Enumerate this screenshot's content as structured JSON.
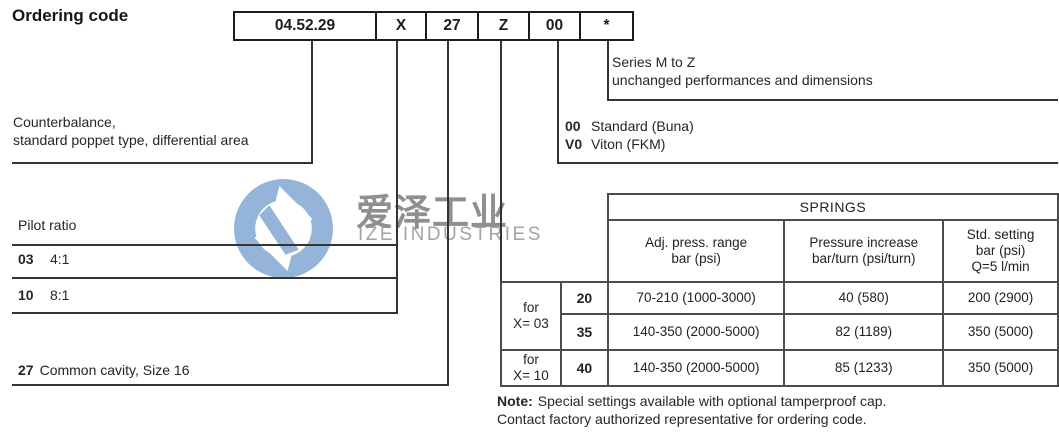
{
  "title": "Ordering code",
  "code_boxes": [
    "04.52.29",
    "X",
    "27",
    "Z",
    "00",
    "*"
  ],
  "series": {
    "line1": "Series M to Z",
    "line2": "unchanged performances and dimensions"
  },
  "seals": [
    {
      "code": "00",
      "label": "Standard (Buna)"
    },
    {
      "code": "V0",
      "label": "Viton (FKM)"
    }
  ],
  "counterbalance": {
    "line1": "Counterbalance,",
    "line2": "standard poppet type, differential area"
  },
  "pilot": {
    "title": "Pilot ratio",
    "options": [
      {
        "code": "03",
        "value": "4:1"
      },
      {
        "code": "10",
        "value": "8:1"
      }
    ]
  },
  "cavity": {
    "code": "27",
    "label": "Common cavity, Size 16"
  },
  "springs": {
    "title": "SPRINGS",
    "col1": [
      "Adj. press. range",
      "bar (psi)"
    ],
    "col2": [
      "Pressure increase",
      "bar/turn (psi/turn)"
    ],
    "col3": [
      "Std. setting",
      "bar (psi)",
      "Q=5 l/min"
    ],
    "groups": [
      {
        "line1": "for",
        "line2": "X= 03"
      },
      {
        "line1": "for",
        "line2": "X= 10"
      }
    ],
    "rows": [
      {
        "code": "20",
        "range": "70-210 (1000-3000)",
        "increase": "40 (580)",
        "setting": "200 (2900)"
      },
      {
        "code": "35",
        "range": "140-350 (2000-5000)",
        "increase": "82 (1189)",
        "setting": "350 (5000)"
      },
      {
        "code": "40",
        "range": "140-350 (2000-5000)",
        "increase": "85 (1233)",
        "setting": "350 (5000)"
      }
    ]
  },
  "note": {
    "label": "Note:",
    "line1_rest": "Special settings available with optional tamperproof cap.",
    "line2": "Contact factory authorized representative for ordering code."
  },
  "watermark": {
    "cn": "爱泽工业",
    "en": "IZE INDUSTRIES"
  },
  "colors": {
    "line": "#35322f",
    "table_border": "#4c4c4c",
    "logo_blue": "#94b5d9",
    "watermark_gray": "#8a8a8a",
    "text": "#262626"
  }
}
